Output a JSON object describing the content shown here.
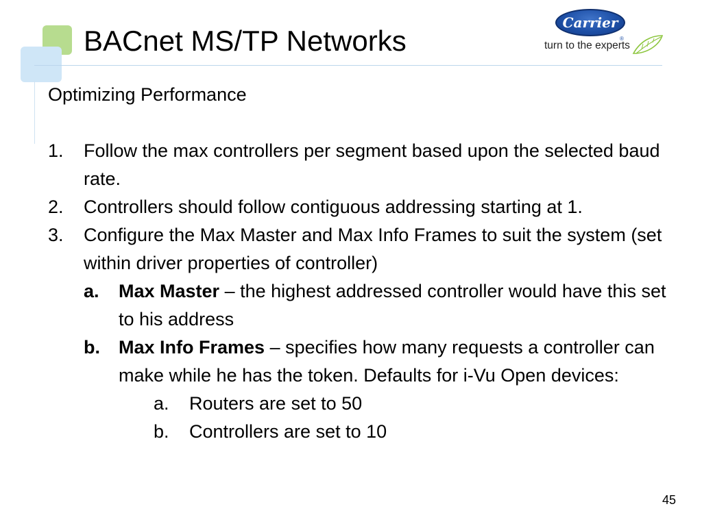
{
  "slide": {
    "title": "BACnet MS/TP Networks",
    "logo": {
      "wordmark": "Carrier",
      "registered": "®",
      "tagline": "turn to the experts",
      "brand_color": "#1d4fa6",
      "leaf_color": "#8dc63f"
    },
    "subheading": "Optimizing Performance",
    "items": [
      {
        "num": "1.",
        "text": "Follow the max controllers per segment based upon the selected baud rate."
      },
      {
        "num": "2.",
        "text": "Controllers should follow contiguous addressing starting at 1."
      },
      {
        "num": "3.",
        "text": "Configure the Max Master and Max Info Frames to suit the system (set within driver properties of controller)"
      }
    ],
    "subitems": [
      {
        "letter": "a.",
        "term": "Max Master",
        "text": " – the highest addressed controller would have this set to his address"
      },
      {
        "letter": "b.",
        "term": "Max Info Frames",
        "text": " – specifies how many requests a controller can make while he has the token.  Defaults for i-Vu Open devices:"
      }
    ],
    "subsubitems": [
      {
        "letter": "a.",
        "text": "Routers are set to 50"
      },
      {
        "letter": "b.",
        "text": "Controllers are set to 10"
      }
    ],
    "page_number": "45",
    "colors": {
      "accent_green": "#b7dc8f",
      "accent_blue": "#cfe6f7",
      "rule_blue": "#bcd6ec"
    }
  }
}
